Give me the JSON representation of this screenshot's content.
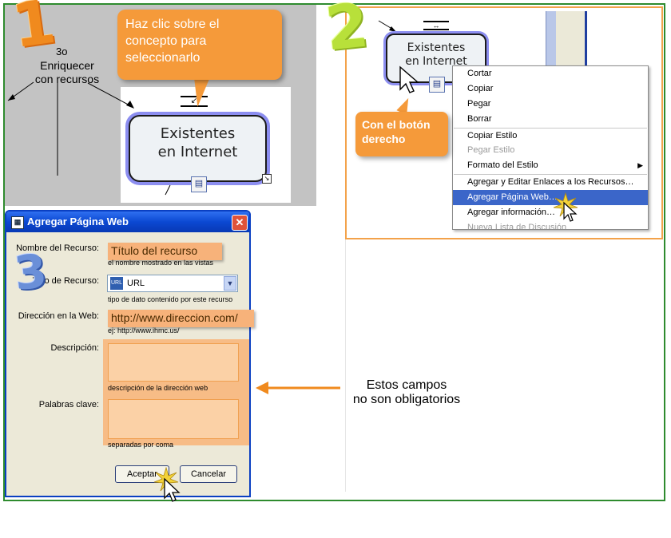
{
  "panel1": {
    "step_number": "1",
    "order_text": "3o",
    "branch_text": "Enriquecer\ncon recursos",
    "callout": "Haz clic sobre el concepto para seleccionarlo",
    "concept_text": "Existentes\nen Internet"
  },
  "panel2": {
    "step_number": "2",
    "concept_text": "Existentes\nen Internet",
    "callout": "Con el botón\nderecho",
    "context_menu": {
      "items": [
        {
          "label": "Cortar",
          "state": "enabled"
        },
        {
          "label": "Copiar",
          "state": "enabled"
        },
        {
          "label": "Pegar",
          "state": "enabled"
        },
        {
          "label": "Borrar",
          "state": "enabled"
        },
        {
          "label": "Copiar Estilo",
          "state": "enabled"
        },
        {
          "label": "Pegar Estilo",
          "state": "disabled"
        },
        {
          "label": "Formato del Estilo",
          "state": "enabled",
          "submenu": true
        },
        {
          "label": "Agregar y Editar Enlaces a los Recursos…",
          "state": "enabled"
        },
        {
          "label": "Agregar Página Web…",
          "state": "selected"
        },
        {
          "label": "Agregar información…",
          "state": "enabled"
        },
        {
          "label": "Nueva Lista de Discusión",
          "state": "disabled"
        }
      ]
    }
  },
  "panel3": {
    "step_number": "3",
    "dialog": {
      "title": "Agregar Página Web",
      "fields": {
        "nombre": {
          "label": "Nombre del Recurso:",
          "value": "Título del recurso",
          "hint": "el nombre mostrado en las vistas"
        },
        "tipo": {
          "label": "Tipo de Recurso:",
          "value": "URL",
          "hint": "tipo de dato contenido por este recurso"
        },
        "direccion": {
          "label": "Dirección en la Web:",
          "value": "http://www.direccion.com/",
          "hint": "ej: http://www.ihmc.us/"
        },
        "descripcion": {
          "label": "Descripción:",
          "hint": "descripción de la dirección web"
        },
        "palabras": {
          "label": "Palabras clave:",
          "hint": "separadas por coma"
        }
      },
      "buttons": {
        "accept": "Aceptar",
        "cancel": "Cancelar"
      }
    }
  },
  "note": "Estos campos\nno son obligatorios",
  "colors": {
    "callout_orange": "#f59a3a",
    "frame_green": "#2e8b2e",
    "title_blue": "#0b48d2",
    "menu_selected": "#3b66c9"
  }
}
